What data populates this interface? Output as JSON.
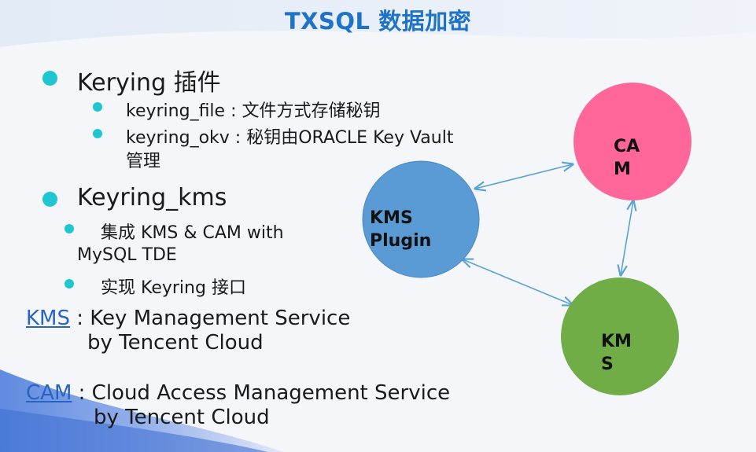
{
  "title": "TXSQL 数据加密",
  "bullets": {
    "keyring_plugin": {
      "label": "Kerying 插件",
      "items": [
        {
          "label": "keyring_file : 文件方式存储秘钥"
        },
        {
          "label_line1": "keyring_okv : 秘钥由ORACLE Key Vault",
          "label_line2": "管理"
        }
      ]
    },
    "keyring_kms": {
      "label": "Keyring_kms",
      "items": [
        {
          "label_line1": "集成 KMS & CAM with",
          "label_line2": "MySQL TDE"
        },
        {
          "label": "实现 Keyring 接口"
        }
      ]
    }
  },
  "definitions": [
    {
      "term": "KMS",
      "sep": " : ",
      "line1": "Key Management Service",
      "line2": "by Tencent Cloud"
    },
    {
      "term": "CAM",
      "sep": " : ",
      "line1": "Cloud Access Management  Service",
      "line2": "by Tencent Cloud"
    }
  ],
  "diagram": {
    "nodes": [
      {
        "id": "kms_plugin",
        "line1": "KMS",
        "line2": "Plugin",
        "color": "#5b9bd5"
      },
      {
        "id": "cam",
        "line1": "CA",
        "line2": "M",
        "color": "#ff6699"
      },
      {
        "id": "kms",
        "line1": "KM",
        "line2": "S",
        "color": "#70ad47"
      }
    ],
    "edges": [
      {
        "from": "kms_plugin",
        "to": "cam",
        "bidirectional": true
      },
      {
        "from": "cam",
        "to": "kms",
        "bidirectional": true
      },
      {
        "from": "kms_plugin",
        "to": "kms",
        "bidirectional": true
      }
    ]
  },
  "colors": {
    "title": "#1e73c8",
    "bullet": "#1fc6d0",
    "link": "#2a64c2",
    "edge": "#5ba3d0"
  }
}
